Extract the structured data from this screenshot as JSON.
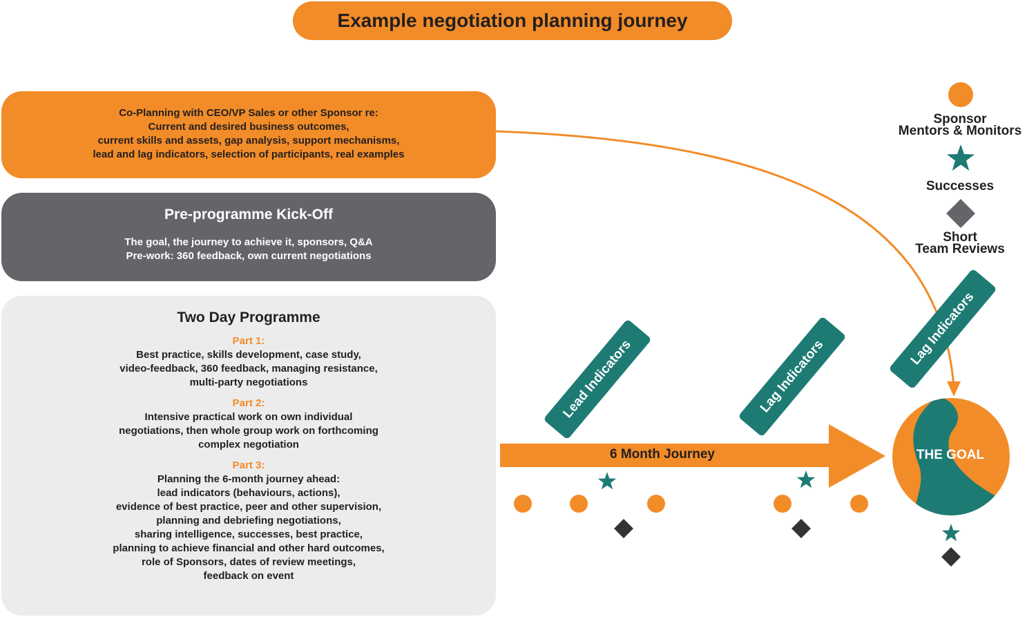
{
  "title": "Example negotiation planning journey",
  "co_planning": {
    "lines": [
      "Co-Planning with CEO/VP Sales or other Sponsor re:",
      "Current and desired business outcomes,",
      "current skills and assets, gap analysis, support mechanisms,",
      "lead and lag indicators, selection of participants, real examples"
    ]
  },
  "kickoff": {
    "heading": "Pre-programme Kick-Off",
    "lines": [
      "The goal, the journey to achieve it, sponsors, Q&A",
      "Pre-work: 360 feedback, own current negotiations"
    ]
  },
  "two_day": {
    "heading": "Two Day Programme",
    "parts": [
      {
        "label": "Part 1:",
        "lines": [
          "Best practice, skills development, case study,",
          "video-feedback, 360 feedback, managing resistance,",
          "multi-party negotiations"
        ]
      },
      {
        "label": "Part 2:",
        "lines": [
          "Intensive practical work on own individual",
          "negotiations, then whole group work on forthcoming",
          "complex negotiation"
        ]
      },
      {
        "label": "Part 3:",
        "lines": [
          "Planning the 6-month journey ahead:",
          "lead indicators (behaviours, actions),",
          "evidence of best practice, peer and other supervision,",
          "planning and debriefing negotiations,",
          "sharing intelligence, successes, best practice,",
          "planning to achieve financial and other hard outcomes,",
          "role of Sponsors, dates of review meetings,",
          "feedback on event"
        ]
      }
    ]
  },
  "journey_label": "6 Month Journey",
  "goal_label": "THE GOAL",
  "tags": {
    "lead": "Lead Indicators",
    "lag1": "Lag Indicators",
    "lag2": "Lag Indicators"
  },
  "legend": {
    "sponsor": [
      "Sponsor",
      "Mentors & Monitors"
    ],
    "successes": "Successes",
    "reviews": [
      "Short",
      "Team Reviews"
    ]
  },
  "colors": {
    "orange": "#f28c28",
    "teal": "#1d7b74",
    "dark_gray": "#646569",
    "light_gray": "#ececec",
    "diamond": "#333333"
  },
  "icons": {
    "sponsor": "orange-circle",
    "success": "teal-star",
    "review": "dark-diamond"
  }
}
